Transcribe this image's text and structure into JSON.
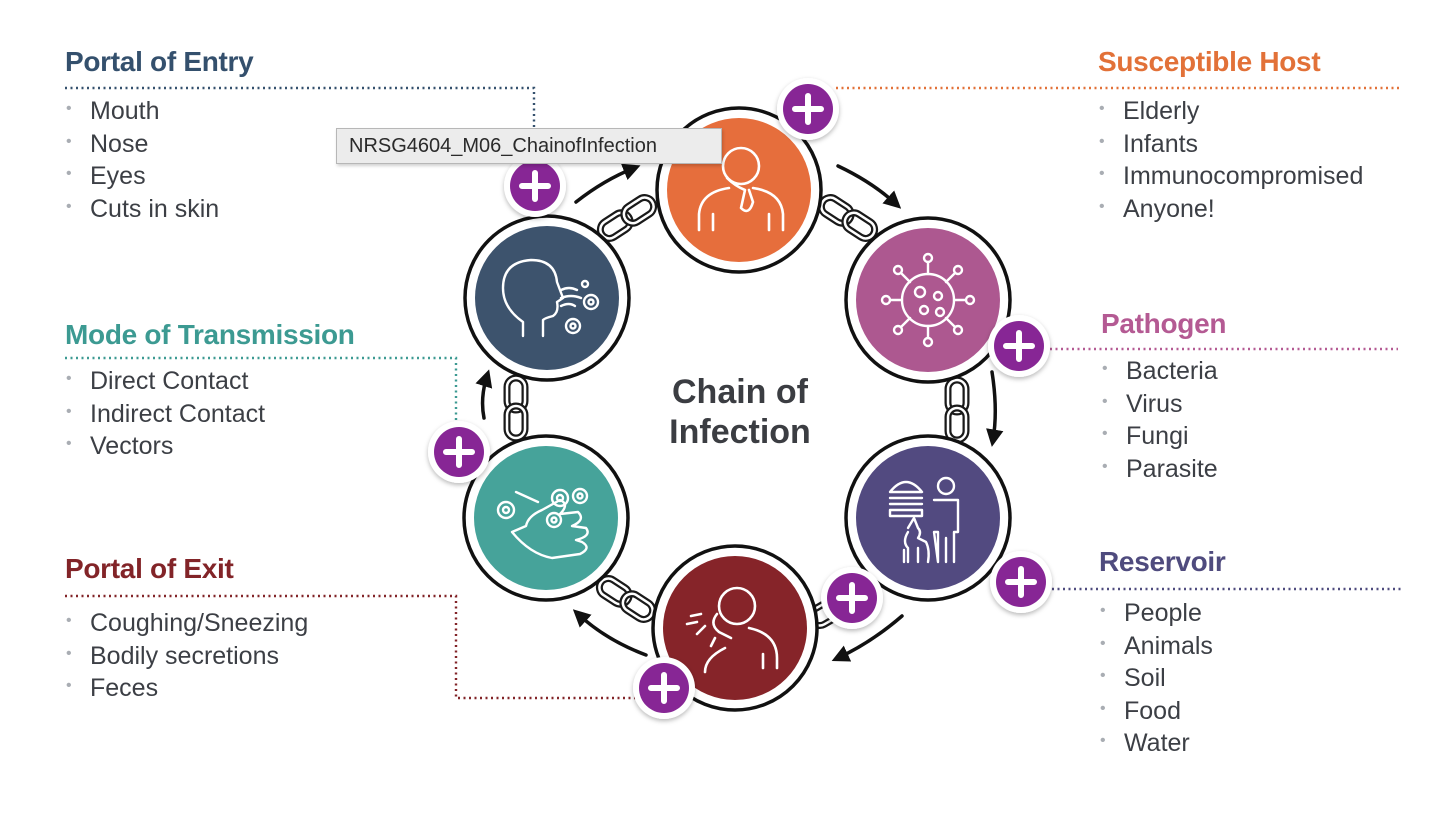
{
  "diagram": {
    "center_title_line1": "Chain of",
    "center_title_line2": "Infection",
    "tooltip": "NRSG4604_M06_ChainofInfection",
    "groups": {
      "portal_of_entry": {
        "title": "Portal of Entry",
        "items": [
          "Mouth",
          "Nose",
          "Eyes",
          "Cuts in skin"
        ]
      },
      "mode_of_transmission": {
        "title": "Mode of Transmission",
        "items": [
          "Direct Contact",
          "Indirect Contact",
          "Vectors"
        ]
      },
      "portal_of_exit": {
        "title": "Portal of Exit",
        "items": [
          "Coughing/Sneezing",
          "Bodily secretions",
          "Feces"
        ]
      },
      "susceptible_host": {
        "title": "Susceptible Host",
        "items": [
          "Elderly",
          "Infants",
          "Immunocompromised",
          "Anyone!"
        ]
      },
      "pathogen": {
        "title": "Pathogen",
        "items": [
          "Bacteria",
          "Virus",
          "Fungi",
          "Parasite"
        ]
      },
      "reservoir": {
        "title": "Reservoir",
        "items": [
          "People",
          "Animals",
          "Soil",
          "Food",
          "Water"
        ]
      }
    },
    "colors": {
      "susceptible_host": "#e66e3c",
      "pathogen": "#ad5890",
      "reservoir": "#524a80",
      "portal_of_exit": "#862429",
      "mode_of_transmission": "#46a39a",
      "portal_of_entry": "#3d536d",
      "plus_button": "#872895"
    },
    "icons": {
      "susceptible_host": "person-sneezing-icon",
      "pathogen": "virus-icon",
      "reservoir": "person-dog-burger-icon",
      "portal_of_exit": "person-coughing-icon",
      "mode_of_transmission": "germ-hand-icon",
      "portal_of_entry": "head-breathing-germs-icon",
      "expand": "plus-icon"
    }
  }
}
